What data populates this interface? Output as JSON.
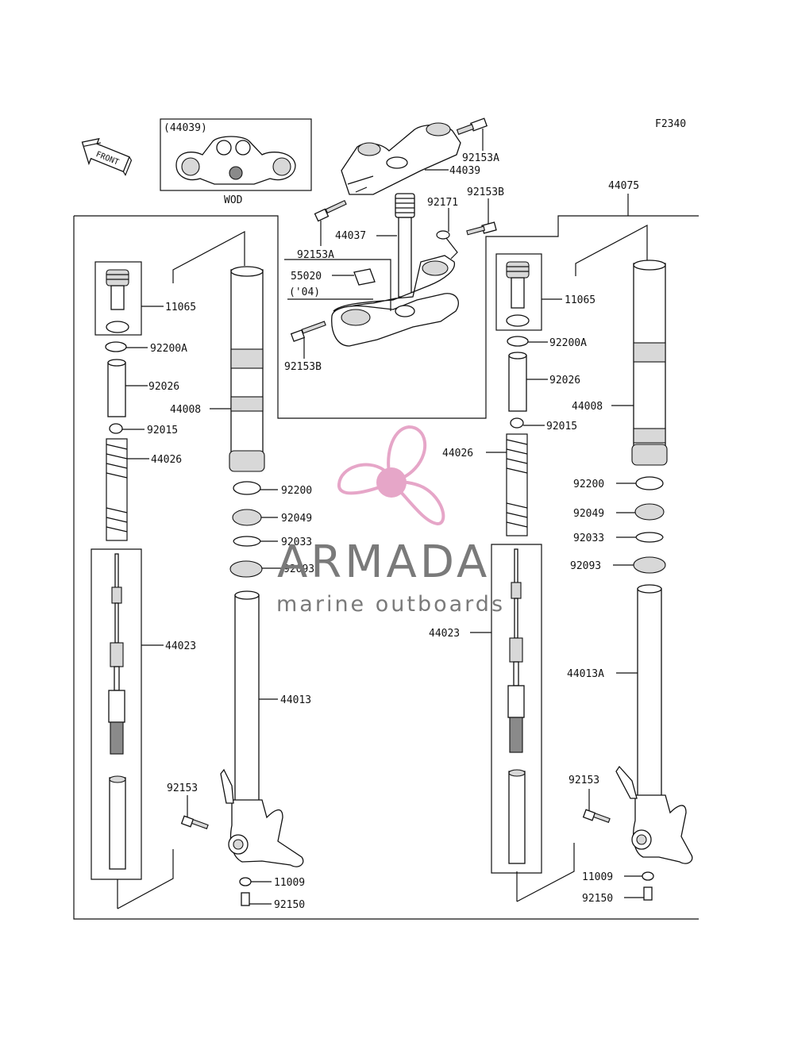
{
  "diagram": {
    "code": "F2340",
    "front_label": "FRONT",
    "inset": {
      "ref": "(44039)",
      "caption": "WOD"
    },
    "labels": {
      "l_92153A_top": "92153A",
      "l_44039": "44039",
      "l_92153B_top": "92153B",
      "l_92171": "92171",
      "l_44037": "44037",
      "l_92153A_left": "92153A",
      "l_55020": "55020",
      "l_04": "('04)",
      "l_92153B_low": "92153B",
      "l_44075": "44075",
      "L_11065": "11065",
      "L_92200A": "92200A",
      "L_92026": "92026",
      "L_44008": "44008",
      "L_92015": "92015",
      "L_44026": "44026",
      "L_92200": "92200",
      "L_92049": "92049",
      "L_92033": "92033",
      "L_92093": "92093",
      "L_44023": "44023",
      "L_44013": "44013",
      "L_92153": "92153",
      "L_11009": "11009",
      "L_92150": "92150",
      "R_11065": "11065",
      "R_92200A": "92200A",
      "R_92026": "92026",
      "R_44008": "44008",
      "R_92015": "92015",
      "R_44026": "44026",
      "R_92200": "92200",
      "R_92049": "92049",
      "R_92033": "92033",
      "R_92093": "92093",
      "R_44023": "44023",
      "R_44013A": "44013A",
      "R_92153": "92153",
      "R_11009": "11009",
      "R_92150": "92150"
    }
  },
  "watermark": {
    "brand": "ARMADA",
    "tagline": "marine outboards",
    "logo_color": "#e6a6c8",
    "text_color": "#7a7a7a"
  }
}
